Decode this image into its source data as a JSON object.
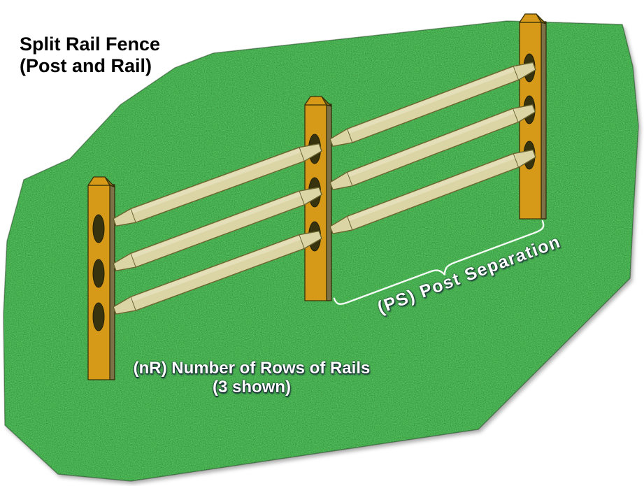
{
  "title": {
    "line1": "Split Rail Fence",
    "line2": "(Post and Rail)"
  },
  "annotations": {
    "rows_label": {
      "line1": "(nR) Number of Rows of Rails",
      "line2": "(3 shown)"
    },
    "post_separation_label": "(PS) Post Separation"
  },
  "diagram": {
    "posts_shown": 3,
    "rail_rows_shown": 3,
    "colors": {
      "grass": "#2b7a2b",
      "post_front": "#d69a18",
      "post_side": "#7c7147",
      "post_bevel": "#8a6f12",
      "hole": "#37330e",
      "rail": "#dbd5a6",
      "rail_highlight": "#e9e5c2",
      "brace": "#ffffff",
      "title_text": "#000000",
      "annotation_text": "#ffffff",
      "background": "#ffffff"
    }
  }
}
